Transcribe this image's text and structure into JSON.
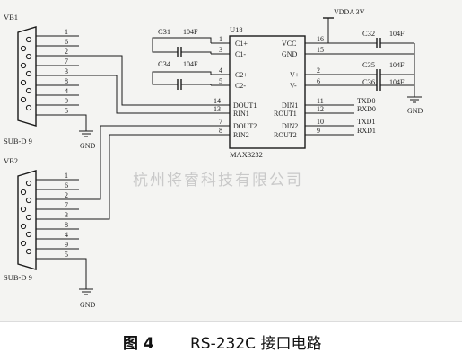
{
  "connectors": {
    "vb1": {
      "ref": "VB1",
      "type": "SUB-D 9",
      "pins": [
        "1",
        "6",
        "2",
        "7",
        "3",
        "8",
        "4",
        "9",
        "5"
      ],
      "gnd": "GND"
    },
    "vb2": {
      "ref": "VB2",
      "type": "SUB-D 9",
      "pins": [
        "1",
        "6",
        "2",
        "7",
        "3",
        "8",
        "4",
        "9",
        "5"
      ],
      "gnd": "GND"
    }
  },
  "chip": {
    "ref": "U18",
    "part": "MAX3232",
    "left_pins": [
      {
        "name": "C1+",
        "num": "1"
      },
      {
        "name": "C1-",
        "num": "3"
      },
      {
        "name": "C2+",
        "num": "4"
      },
      {
        "name": "C2-",
        "num": "5"
      },
      {
        "name": "DOUT1",
        "num": "14"
      },
      {
        "name": "RIN1",
        "num": "13"
      },
      {
        "name": "DOUT2",
        "num": "7"
      },
      {
        "name": "RIN2",
        "num": "8"
      }
    ],
    "right_pins": [
      {
        "name": "VCC",
        "num": "16"
      },
      {
        "name": "GND",
        "num": "15"
      },
      {
        "name": "V+",
        "num": "2"
      },
      {
        "name": "V-",
        "num": "6"
      },
      {
        "name": "DIN1",
        "num": "11"
      },
      {
        "name": "ROUT1",
        "num": "12"
      },
      {
        "name": "DIN2",
        "num": "10"
      },
      {
        "name": "ROUT2",
        "num": "9"
      }
    ]
  },
  "capacitors": [
    {
      "ref": "C31",
      "value": "104F"
    },
    {
      "ref": "C34",
      "value": "104F"
    },
    {
      "ref": "C32",
      "value": "104F"
    },
    {
      "ref": "C35",
      "value": "104F"
    },
    {
      "ref": "C36",
      "value": "104F"
    }
  ],
  "power": {
    "vdda": "VDDA 3V",
    "gnd": "GND"
  },
  "nets": [
    "TXD0",
    "RXD0",
    "TXD1",
    "RXD1"
  ],
  "watermark": "杭州将睿科技有限公司",
  "caption": {
    "figure": "图 4",
    "title": "RS-232C 接口电路"
  }
}
